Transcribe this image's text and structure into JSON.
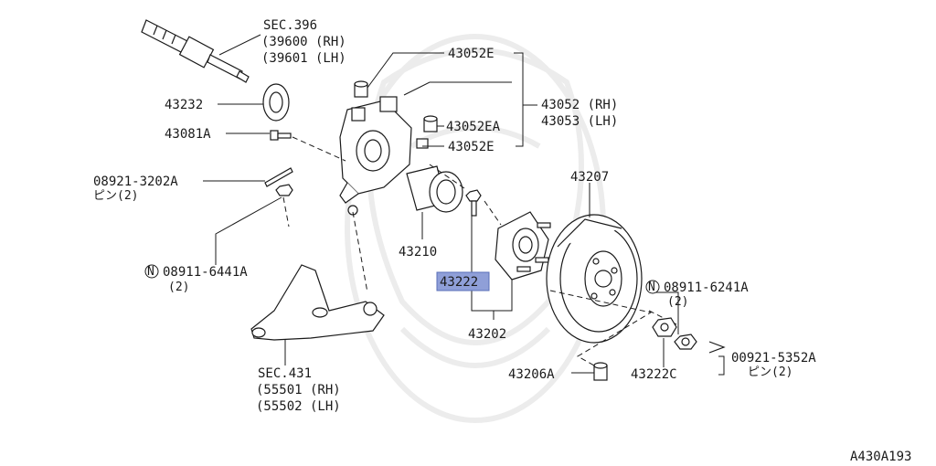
{
  "diagram_id": "A430A193",
  "highlight_color": "#8f9fd8",
  "callouts": {
    "sec396": {
      "line1": "SEC.396",
      "line2": "(39600 (RH)",
      "line3": "(39601 (LH)"
    },
    "p43232": "43232",
    "p43081A": "43081A",
    "p08921_3202A": {
      "line1": "08921-3202A",
      "line2": "ピン(2)"
    },
    "p08911_6441A": {
      "prefix": "N",
      "line1": "08911-6441A",
      "line2": "(2)"
    },
    "p43052E_top": "43052E",
    "p43052EA": "43052EA",
    "p43052E_bottom": "43052E",
    "p43052_group": {
      "line1": "43052 (RH)",
      "line2": "43053 (LH)"
    },
    "p43210": "43210",
    "p43222": "43222",
    "p43202": "43202",
    "p43207": "43207",
    "p08911_6241A": {
      "prefix": "N",
      "line1": "08911-6241A",
      "line2": "(2)"
    },
    "p43222C": "43222C",
    "p43206A": "43206A",
    "p00921_5352A": {
      "line1": "00921-5352A",
      "line2": "ピン(2)"
    },
    "sec431": {
      "line1": "SEC.431",
      "line2": "(55501 (RH)",
      "line3": "(55502 (LH)"
    }
  }
}
